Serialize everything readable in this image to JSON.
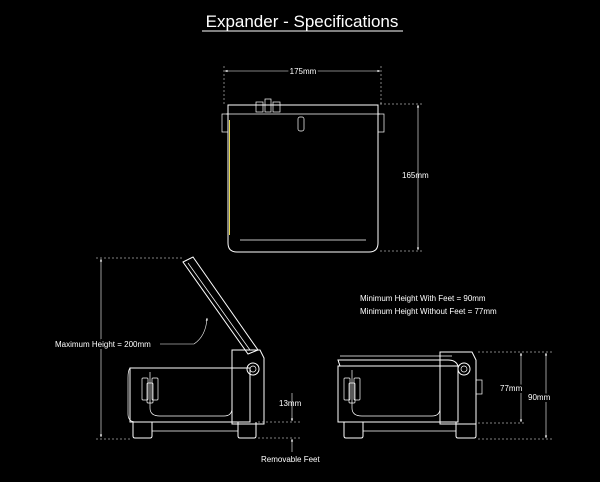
{
  "title": "Expander - Specifications",
  "dimensions": {
    "top_width": "175mm",
    "top_height": "165mm",
    "max_height": "Maximum Height = 200mm",
    "feet_height": "13mm",
    "removable_feet": "Removable Feet",
    "height_without_feet": "77mm",
    "height_with_feet": "90mm"
  },
  "notes": {
    "min_with_feet": "Minimum Height With Feet = 90mm",
    "min_without_feet": "Minimum Height Without Feet = 77mm"
  },
  "colors": {
    "background": "#000000",
    "lines": "#ffffff",
    "accent_edge": "#e8d84a"
  }
}
